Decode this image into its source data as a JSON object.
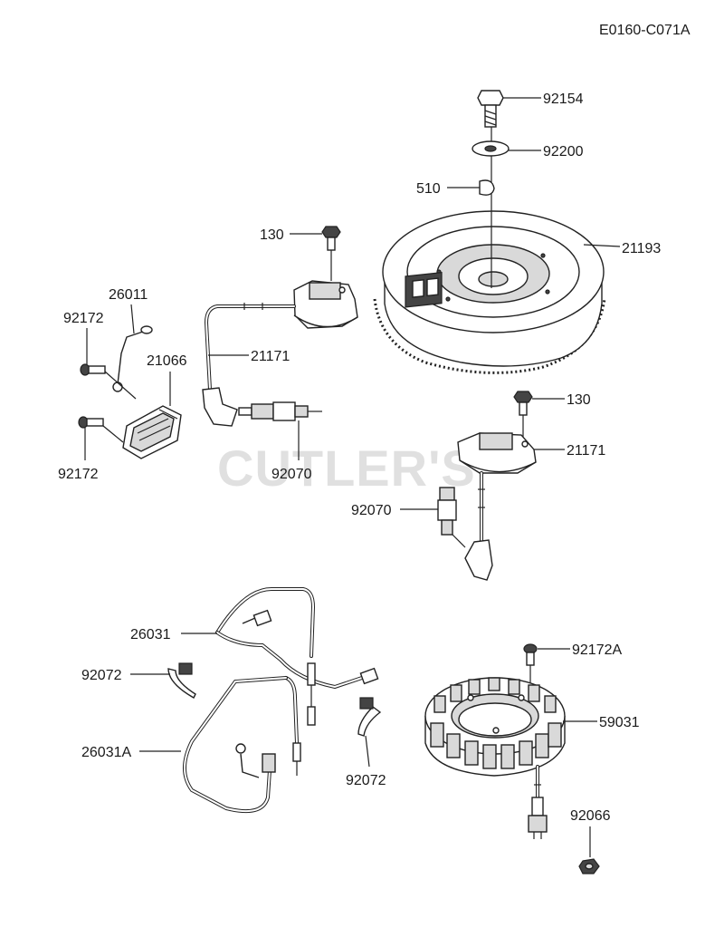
{
  "diagram_code": "E0160-C071A",
  "watermark": "CUTLER'S",
  "callouts": {
    "bolt_top": "92154",
    "washer": "92200",
    "key": "510",
    "flywheel": "21193",
    "screw_coil_left": "130",
    "coil_left": "21171",
    "ground_wire": "26011",
    "screw_left_upper": "92172",
    "module": "21066",
    "screw_left_lower": "92172",
    "spark_plug_left": "92070",
    "screw_coil_right": "130",
    "coil_right": "21171",
    "spark_plug_right": "92070",
    "harness_upper": "26031",
    "clamp_left": "92072",
    "harness_lower": "26031A",
    "clamp_right": "92072",
    "screw_stator": "92172A",
    "stator": "59031",
    "nut": "92066"
  }
}
